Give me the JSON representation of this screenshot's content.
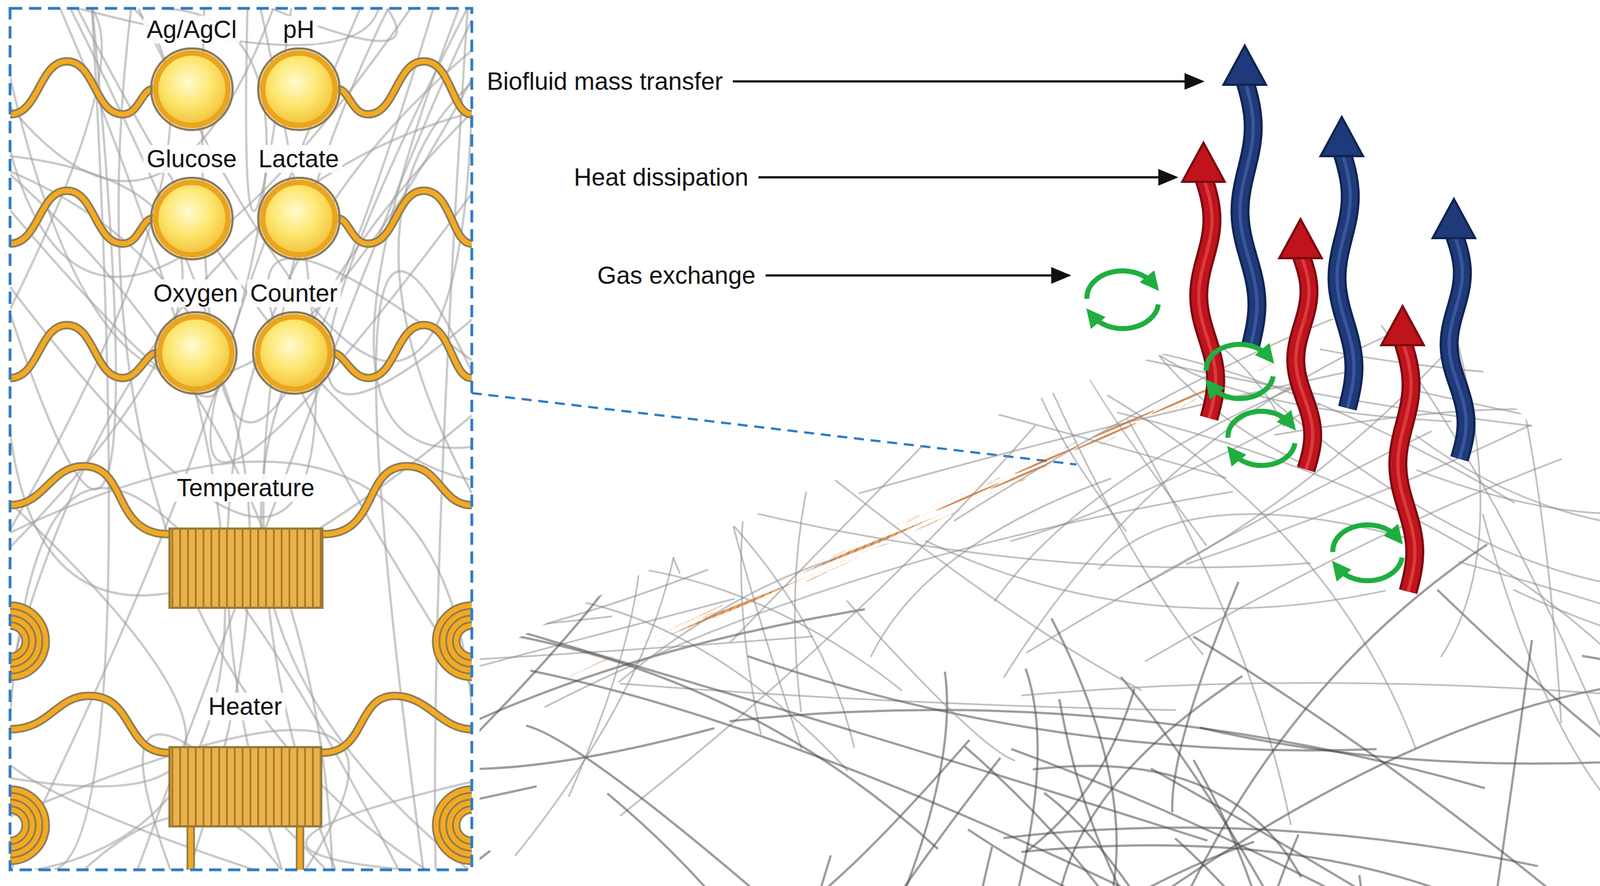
{
  "diagram": {
    "nodes": [
      {
        "text": [
          "Ag/AgCl"
        ]
      },
      {
        "text": [
          "pH"
        ]
      },
      {
        "text": [
          "Glucose"
        ]
      },
      {
        "text": [
          "Lactate"
        ]
      },
      {
        "text": [
          "Oxygen"
        ]
      },
      {
        "text": [
          "Counter"
        ]
      },
      {
        "text": [
          "Temperature"
        ]
      },
      {
        "text": [
          "Heater"
        ]
      }
    ],
    "labels": [
      "Biofluid mass transfer",
      "Heat dissipation",
      "Gas exchange"
    ]
  }
}
